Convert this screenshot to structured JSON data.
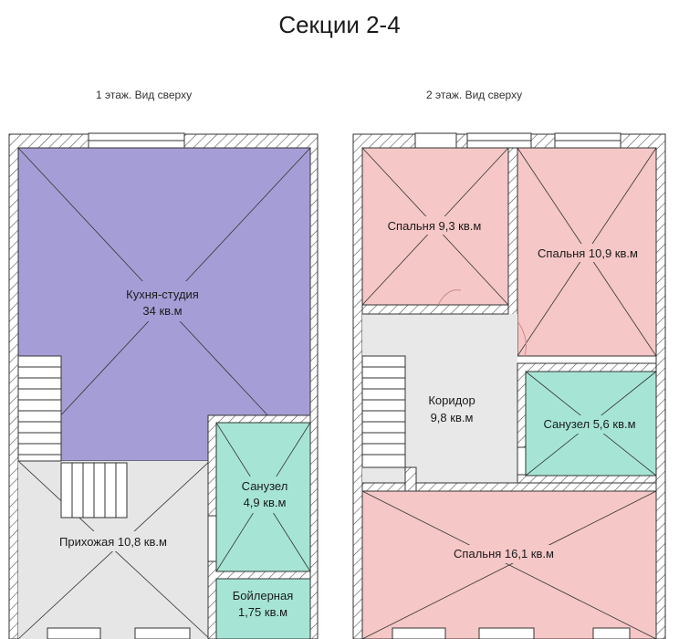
{
  "title": "Секции 2-4",
  "floor1": {
    "caption": "1 этаж. Вид сверху",
    "rooms": [
      {
        "id": "kitchen",
        "lines": [
          "Кухня-студия",
          "34 кв.м"
        ]
      },
      {
        "id": "hall",
        "lines": [
          "Прихожая 10,8 кв.м"
        ]
      },
      {
        "id": "bathroom",
        "lines": [
          "Санузел",
          "4,9 кв.м"
        ]
      },
      {
        "id": "boiler",
        "lines": [
          "Бойлерная",
          "1,75 кв.м"
        ]
      }
    ]
  },
  "floor2": {
    "caption": "2 этаж. Вид сверху",
    "rooms": [
      {
        "id": "bedroom1",
        "lines": [
          "Спальня 9,3 кв.м"
        ]
      },
      {
        "id": "bedroom2",
        "lines": [
          "Спальня 10,9 кв.м"
        ]
      },
      {
        "id": "corridor",
        "lines": [
          "Коридор",
          "9,8 кв.м"
        ]
      },
      {
        "id": "bathroom2",
        "lines": [
          "Санузел 5,6 кв.м"
        ]
      },
      {
        "id": "bedroom3",
        "lines": [
          "Спальня 16,1 кв.м"
        ]
      }
    ]
  },
  "colors": {
    "kitchen": "#a59ed6",
    "hall": "#e6e6e6",
    "bathroom": "#a6e5d6",
    "bedroom": "#f6c7c7",
    "corridor": "#e8e8e8",
    "wall": "#ffffff",
    "line": "#444444"
  }
}
